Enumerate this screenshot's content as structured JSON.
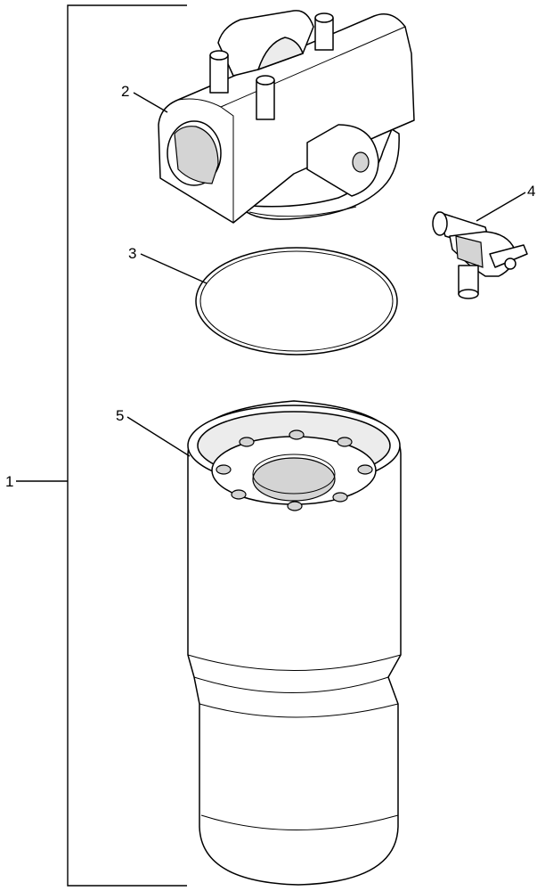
{
  "diagram": {
    "callouts": [
      {
        "id": "assembly",
        "label": "1"
      },
      {
        "id": "filter-head",
        "label": "2"
      },
      {
        "id": "o-ring",
        "label": "3"
      },
      {
        "id": "drain-valve",
        "label": "4"
      },
      {
        "id": "filter-element",
        "label": "5"
      }
    ]
  }
}
